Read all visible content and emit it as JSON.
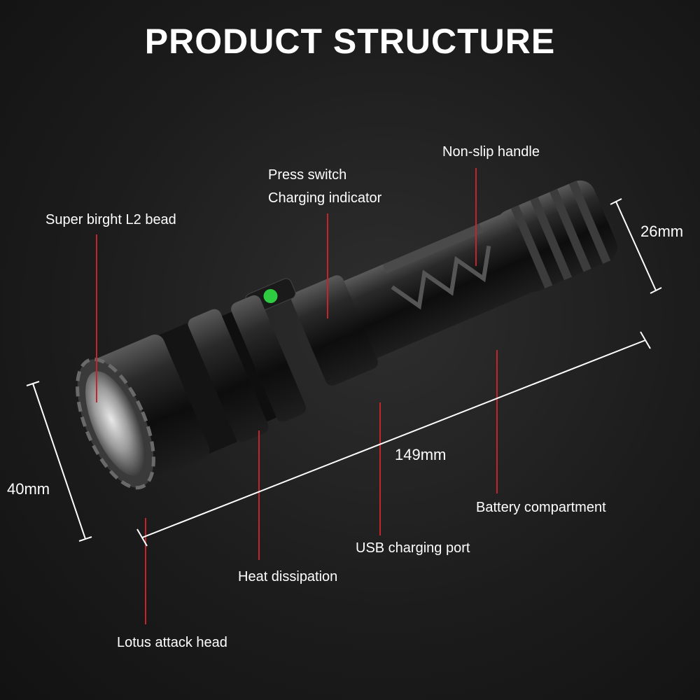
{
  "title": "PRODUCT STRUCTURE",
  "labels": {
    "non_slip_handle": "Non-slip handle",
    "press_switch": "Press switch",
    "charging_indicator": "Charging indicator",
    "super_bright_bead": "Super birght L2 bead",
    "battery_compartment": "Battery compartment",
    "usb_charging_port": "USB charging port",
    "heat_dissipation": "Heat dissipation",
    "lotus_attack_head": "Lotus attack head"
  },
  "dimensions": {
    "head_diameter": "40mm",
    "length": "149mm",
    "tail_diameter": "26mm"
  },
  "colors": {
    "leader_line": "#c0262c",
    "indicator_light": "#2ecc40",
    "text": "#ffffff"
  }
}
